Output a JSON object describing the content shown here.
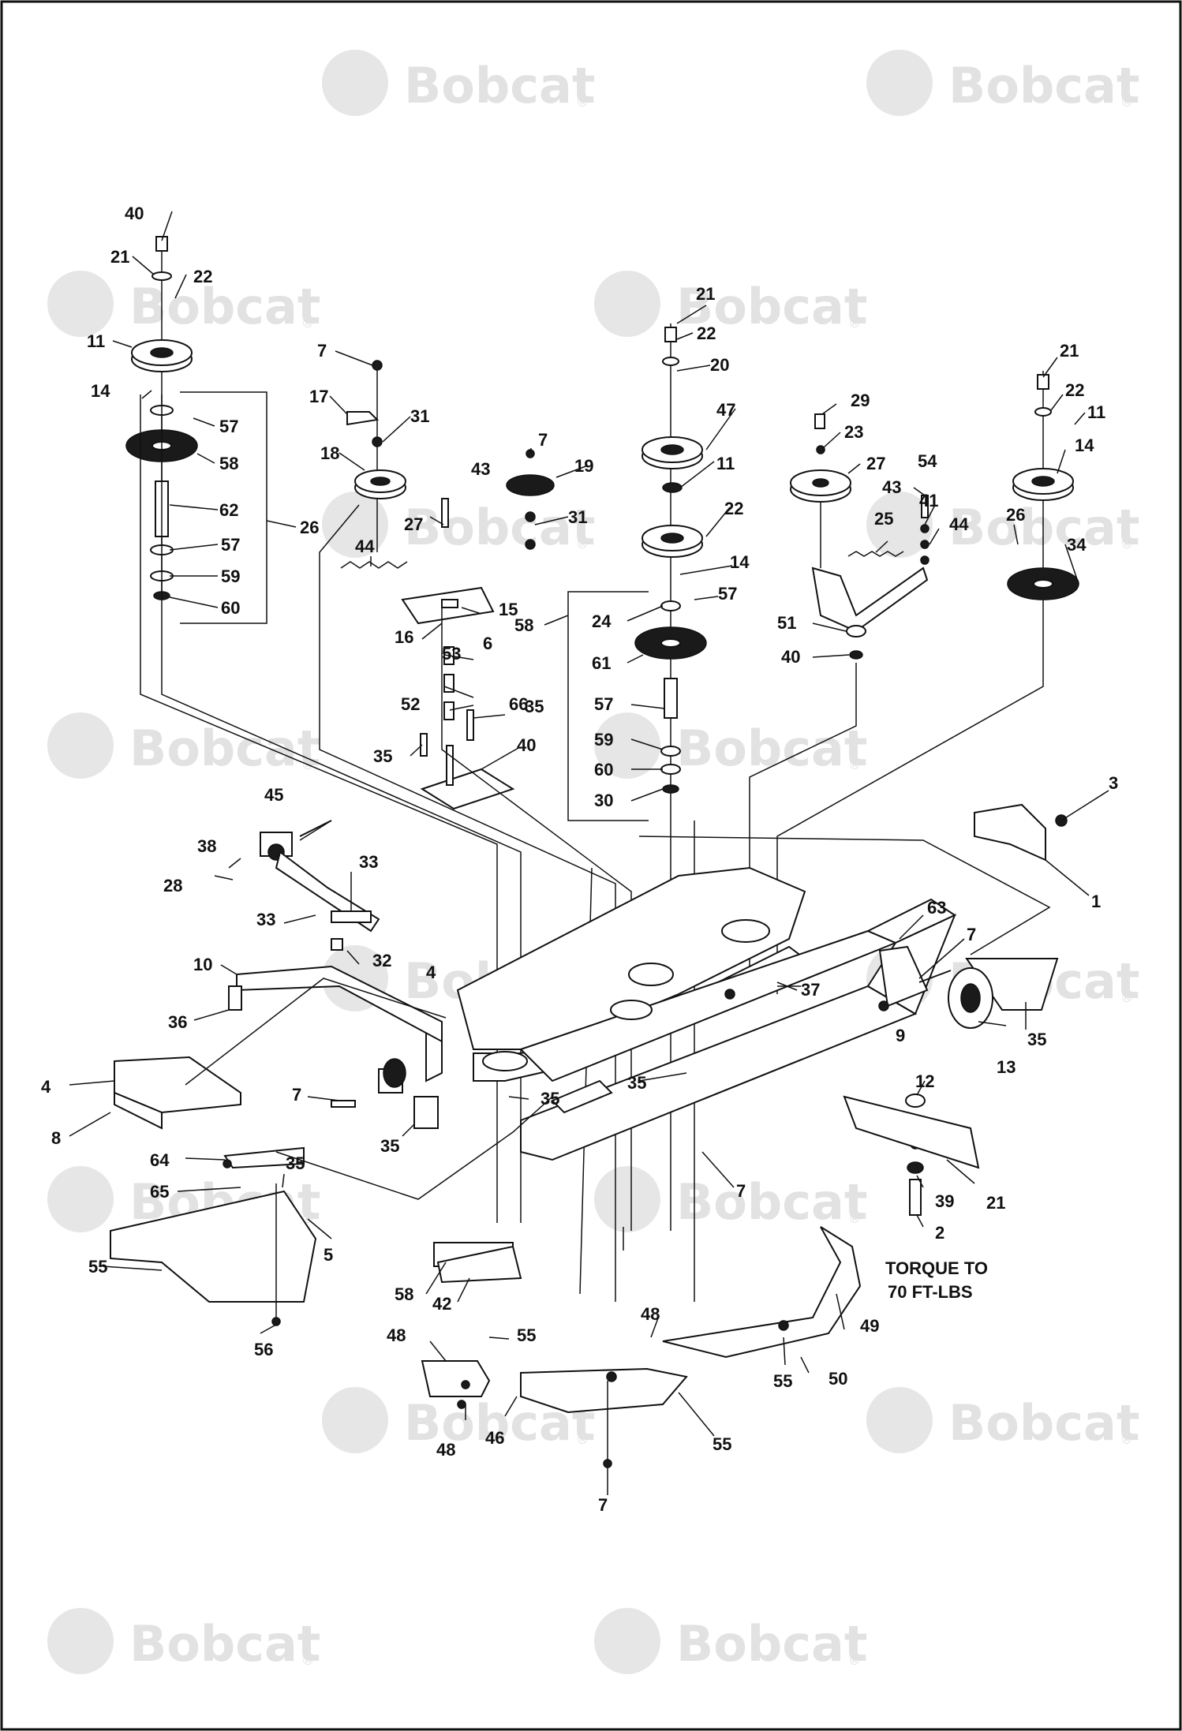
{
  "watermark": {
    "brand": "Bobcat",
    "mark": "®"
  },
  "note": {
    "line1": "TORQUE TO",
    "line2": "70 FT-LBS"
  },
  "callouts": [
    "40",
    "21",
    "22",
    "11",
    "14",
    "57",
    "58",
    "62",
    "57",
    "59",
    "60",
    "26",
    "7",
    "17",
    "31",
    "18",
    "43",
    "7",
    "19",
    "31",
    "27",
    "44",
    "15",
    "16",
    "6",
    "53",
    "52",
    "35",
    "35",
    "66",
    "40",
    "21",
    "22",
    "20",
    "47",
    "11",
    "22",
    "14",
    "57",
    "24",
    "58",
    "61",
    "57",
    "59",
    "60",
    "30",
    "29",
    "23",
    "27",
    "43",
    "54",
    "41",
    "44",
    "25",
    "51",
    "40",
    "21",
    "22",
    "11",
    "14",
    "26",
    "34",
    "45",
    "38",
    "28",
    "33",
    "33",
    "32",
    "10",
    "36",
    "4",
    "3",
    "1",
    "63",
    "7",
    "9",
    "13",
    "35",
    "37",
    "12",
    "21",
    "39",
    "2",
    "4",
    "8",
    "7",
    "35",
    "35",
    "35",
    "64",
    "65",
    "35",
    "5",
    "55",
    "56",
    "58",
    "42",
    "48",
    "55",
    "48",
    "46",
    "48",
    "55",
    "50",
    "49",
    "55",
    "7",
    "7"
  ]
}
